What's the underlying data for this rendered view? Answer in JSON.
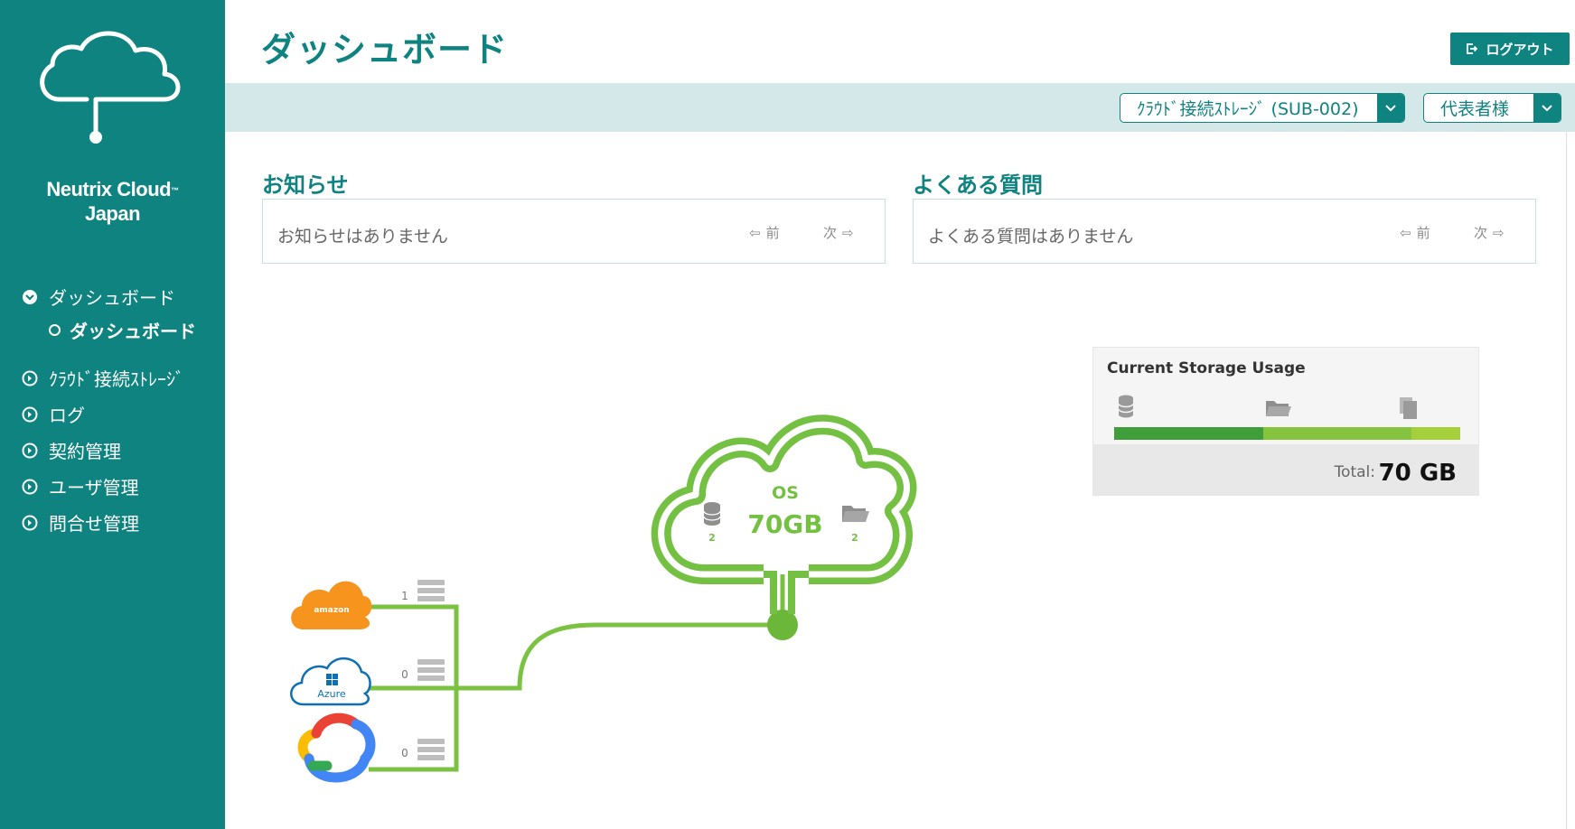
{
  "app": {
    "brand_line1": "Neutrix Cloud",
    "brand_tm": "™",
    "brand_line2": "Japan"
  },
  "sidebar": {
    "items": [
      {
        "label": "ダッシュボード",
        "expanded": true
      },
      {
        "label": "ダッシュボード",
        "sub": true,
        "active": true
      },
      {
        "label": "ｸﾗｳﾄﾞ接続ｽﾄﾚｰｼﾞ"
      },
      {
        "label": "ログ"
      },
      {
        "label": "契約管理"
      },
      {
        "label": "ユーザ管理"
      },
      {
        "label": "問合せ管理"
      }
    ]
  },
  "header": {
    "title": "ダッシュボード",
    "logout_label": "ログアウト"
  },
  "toolbar": {
    "storage_select": "ｸﾗｳﾄﾞ接続ｽﾄﾚｰｼﾞ (SUB-002)",
    "user_select": "代表者様"
  },
  "news": {
    "title": "お知らせ",
    "empty": "お知らせはありません",
    "prev": "前",
    "next": "次"
  },
  "faq": {
    "title": "よくある質問",
    "empty": "よくある質問はありません",
    "prev": "前",
    "next": "次"
  },
  "storage_card": {
    "title": "Current Storage Usage",
    "total_label": "Total:",
    "total_value": "70 GB",
    "bar": [
      {
        "fraction": 0.43,
        "color": "#3f9e3a"
      },
      {
        "fraction": 0.43,
        "color": "#86c440"
      },
      {
        "fraction": 0.14,
        "color": "#a6cf3c"
      }
    ]
  },
  "cloud_diagram": {
    "os_label": "OS",
    "size_label": "70GB",
    "db_count": "2",
    "folder_count": "2",
    "providers": [
      {
        "name": "amazon web services",
        "server_count": "1"
      },
      {
        "name": "Azure",
        "server_count": "0"
      },
      {
        "name": "Google Cloud",
        "server_count": "0"
      }
    ],
    "aws_logo_text": "amazon",
    "azure_logo_text": "Azure"
  },
  "colors": {
    "primary": "#0e8380",
    "toolbar_bg": "#d4e8ea",
    "diagram_green": "#74c043"
  }
}
